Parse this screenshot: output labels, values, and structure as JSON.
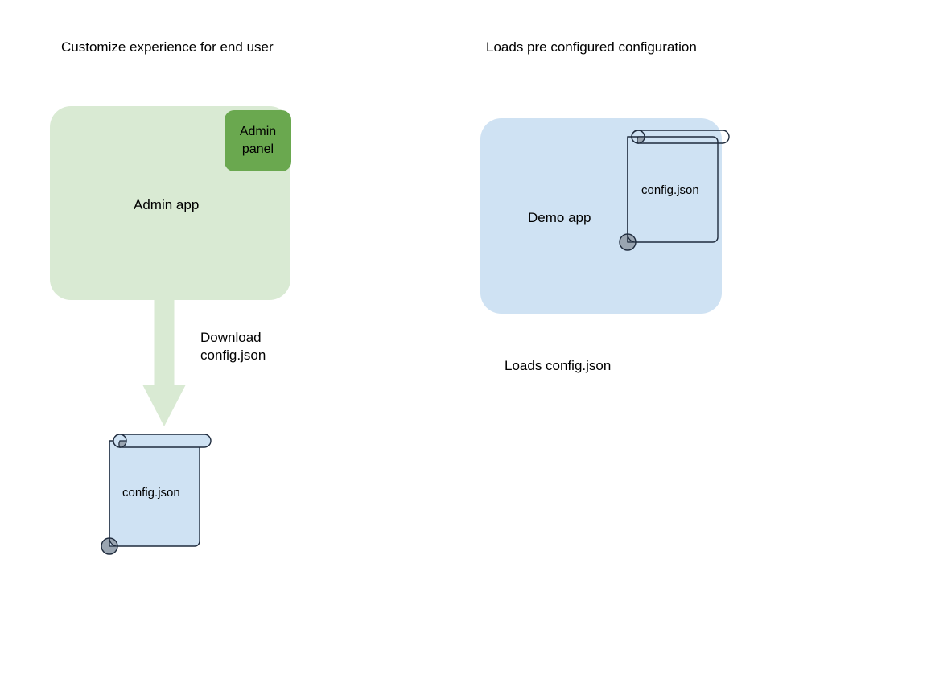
{
  "diagram": {
    "title_left": "Customize experience for end user",
    "title_right": "Loads pre configured configuration",
    "colors": {
      "admin_app_fill": "#d9ead3",
      "admin_panel_fill": "#6aa84f",
      "demo_app_fill": "#cfe2f3",
      "scroll_fill": "#cfe2f3",
      "scroll_stroke": "#1f2b3d",
      "curl_fill": "#9aa5b1",
      "arrow_fill": "#d9ead3",
      "divider": "#9a9a9a",
      "text": "#000000"
    },
    "left_column": {
      "app_box_label": "Admin app",
      "badge_label_line1": "Admin",
      "badge_label_line2": "panel",
      "arrow_label_line1": "Download",
      "arrow_label_line2": "config.json",
      "document_label": "config.json"
    },
    "right_column": {
      "app_box_label": "Demo app",
      "document_label": "config.json",
      "caption": "Loads config.json"
    }
  }
}
